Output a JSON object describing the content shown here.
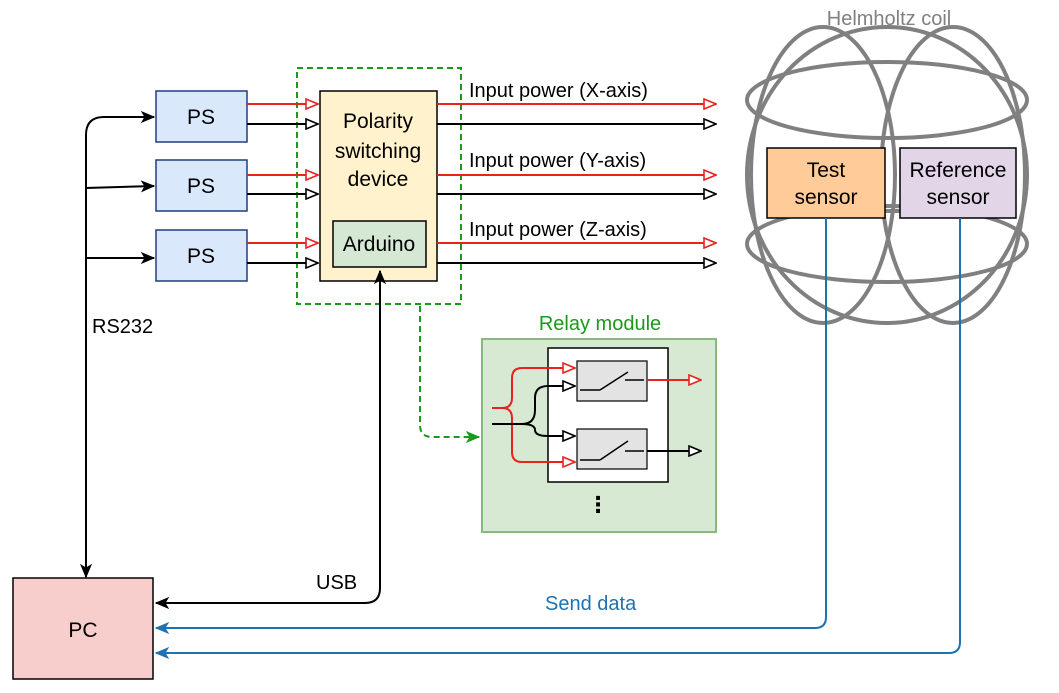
{
  "colors": {
    "power": "#e8231e",
    "signal": "#000000",
    "data": "#1f72b0",
    "dashed_group": "#1a9a1a",
    "relay_fill": "#d7e8d3",
    "relay_border": "#86b97a",
    "ps_fill": "#dae8fc",
    "ps_border": "#1f3f7f",
    "polarity_fill": "#fff2cc",
    "arduino_fill": "#d5e8d4",
    "test_sensor_fill": "#ffcc99",
    "reference_sensor_fill": "#e1d5e7",
    "pc_fill": "#f8cecc",
    "coil": "#808080"
  },
  "labels": {
    "helmholtz": "Helmholtz coil",
    "ps": "PS",
    "polarity_line1": "Polarity",
    "polarity_line2": "switching",
    "polarity_line3": "device",
    "arduino": "Arduino",
    "input_x": "Input power (X-axis)",
    "input_y": "Input power (Y-axis)",
    "input_z": "Input power (Z-axis)",
    "test_line1": "Test",
    "test_line2": "sensor",
    "ref_line1": "Reference",
    "ref_line2": "sensor",
    "relay_module": "Relay module",
    "relay_more": "⋮",
    "rs232": "RS232",
    "usb": "USB",
    "pc": "PC",
    "send_data": "Send data"
  }
}
